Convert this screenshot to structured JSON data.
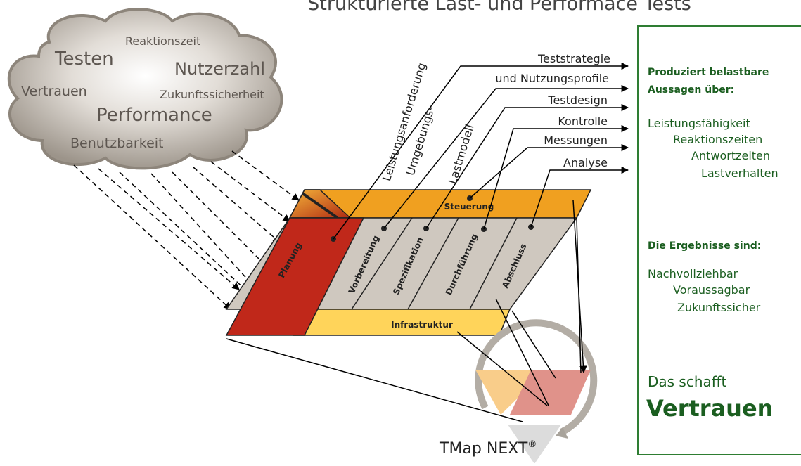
{
  "title": "Strukturierte Last- und Performace Tests",
  "cloud": {
    "words": [
      "Testen",
      "Reaktionszeit",
      "Nutzerzahl",
      "Vertrauen",
      "Zukunftssicherheit",
      "Performance",
      "Benutzbarkeit"
    ]
  },
  "phases": {
    "control": "Steuerung",
    "planning": "Planung",
    "preparation": "Vorbereitung",
    "specification": "Spezifikation",
    "execution": "Durchführung",
    "completion": "Abschluss",
    "infrastructure": "Infrastruktur"
  },
  "deliverables": {
    "diagonal": [
      "Leistungsanforderung",
      "Umgebungs-",
      "Lastmodell"
    ],
    "arrows": [
      "Teststrategie",
      "und Nutzungsprofile",
      "Testdesign",
      "Kontrolle",
      "Messungen",
      "Analyse"
    ]
  },
  "logo": {
    "text": "TMap NEXT",
    "mark": "®"
  },
  "panel": {
    "heading1_line1": "Produziert belastbare",
    "heading1_line2": "Aussagen über:",
    "items1": [
      "Leistungsfähigkeit",
      "Reaktionszeiten",
      "Antwortzeiten",
      "Lastverhalten"
    ],
    "heading2": "Die Ergebnisse sind:",
    "items2": [
      "Nachvollziehbar",
      "Voraussagbar",
      "Zukunftssicher"
    ],
    "closing_line": "Das schafft",
    "closing_emphasis": "Vertrauen"
  },
  "colors": {
    "control": "#f0a020",
    "planning": "#c0281a",
    "phase_body": "#cfc8bf",
    "infrastructure": "#ffd45a",
    "panel_text": "#1b5e20",
    "cloud": "#b0a89e"
  }
}
